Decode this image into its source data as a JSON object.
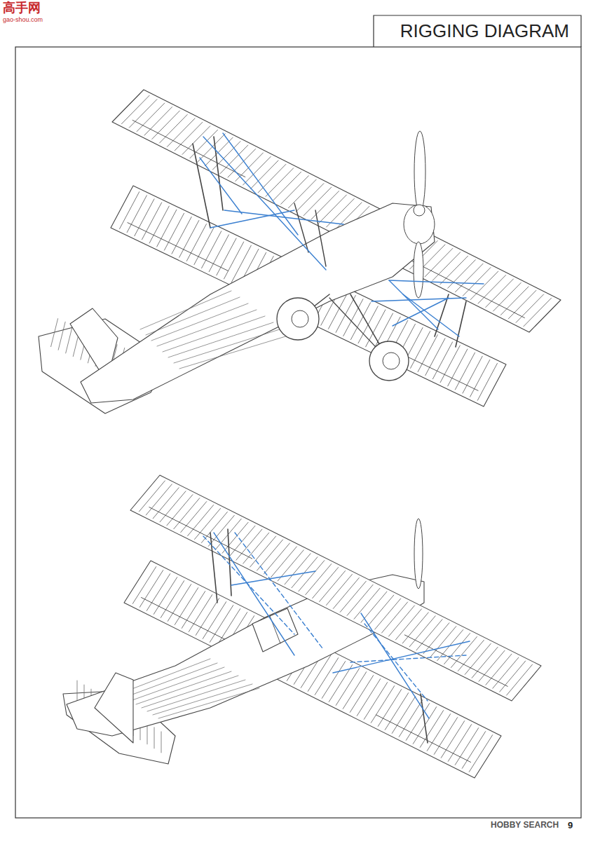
{
  "diagram": {
    "title": "RIGGING DIAGRAM",
    "labels": [
      "高手网",
      "gao-shou.com",
      "HOBBY SEARCH",
      "9"
    ]
  }
}
